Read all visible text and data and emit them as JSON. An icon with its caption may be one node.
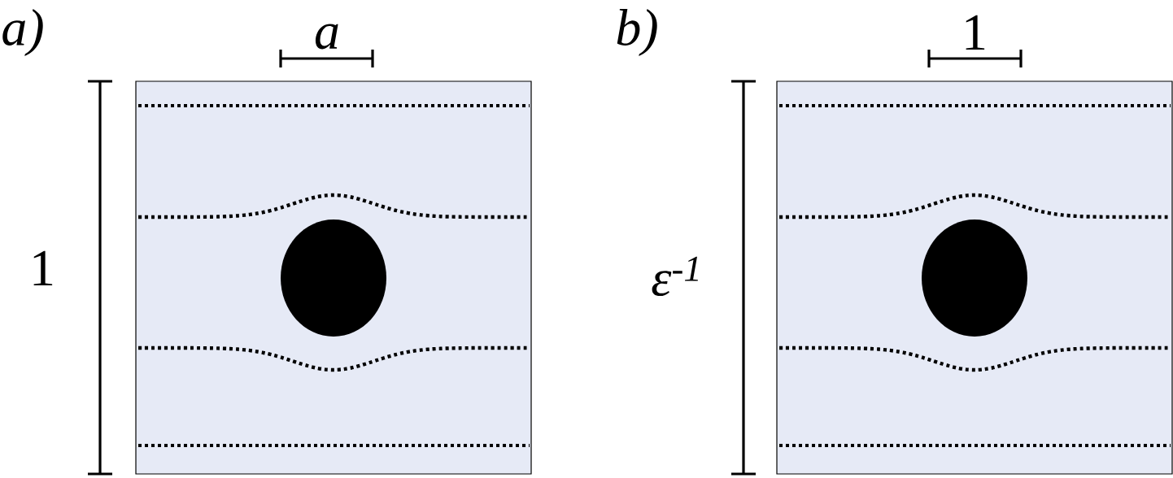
{
  "diagram": {
    "labels": [
      "a)",
      "a",
      "b)",
      "1",
      "1",
      "ε$^{-1}$"
    ]
  }
}
